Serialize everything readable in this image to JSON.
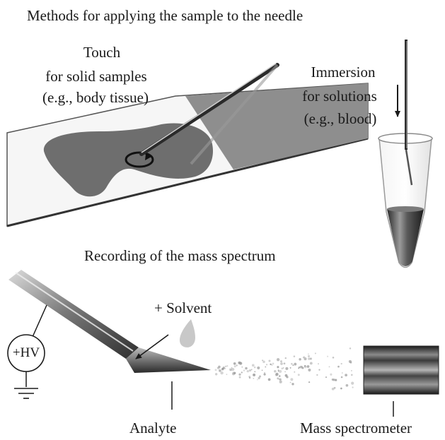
{
  "figure": {
    "title": "Methods for applying the sample to the needle",
    "touch": {
      "heading": "Touch",
      "line1": "for solid samples",
      "line2": "(e.g., body tissue)"
    },
    "immersion": {
      "heading": "Immersion",
      "line1": "for solutions",
      "line2": "(e.g., blood)"
    },
    "recording_title": "Recording of the mass spectrum",
    "solvent_label": "+ Solvent",
    "hv_label": "+HV",
    "analyte_label": "Analyte",
    "ms_label": "Mass spectrometer"
  }
}
